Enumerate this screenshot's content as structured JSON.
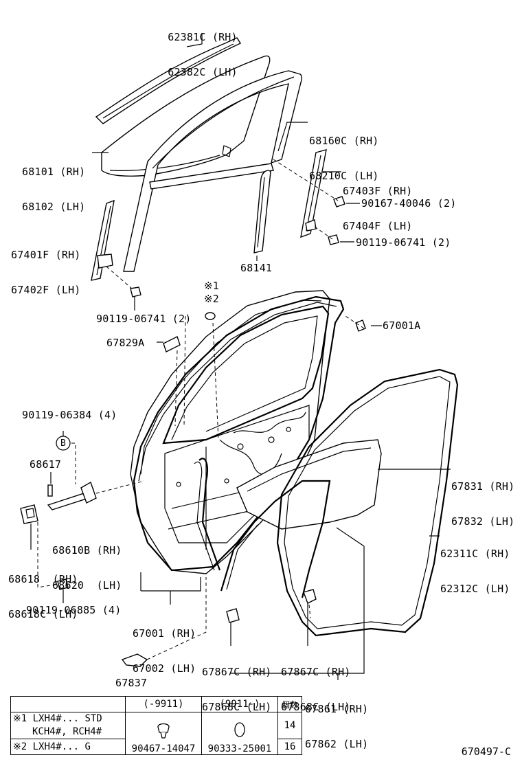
{
  "callouts": {
    "p62381": [
      "62381C (RH)",
      "62382C (LH)"
    ],
    "p68160": [
      "68160C (RH)",
      "68210C (LH)"
    ],
    "p68101": [
      "68101 (RH)",
      "68102 (LH)"
    ],
    "p67403": [
      "67403F (RH)",
      "67404F (LH)"
    ],
    "p90167": "90167-40046 (2)",
    "p67401": [
      "67401F (RH)",
      "67402F (LH)"
    ],
    "p90119a": "90119-06741 (2)",
    "p68141": "68141",
    "p90119b": "90119-06741 (2)",
    "note1": "※1",
    "note2": "※2",
    "p67001a": "67001A",
    "p67829": "67829A",
    "p90119c": "90119-06384 (4)",
    "circleB": "B",
    "p68617": "68617",
    "p67831": [
      "67831 (RH)",
      "67832 (LH)"
    ],
    "p68610": [
      "68610B (RH)",
      "68620  (LH)"
    ],
    "p68618": [
      "68618  (RH)",
      "68618C (LH)"
    ],
    "p62311": [
      "62311C (RH)",
      "62312C (LH)"
    ],
    "p90119d": "90119-06885 (4)",
    "p67001": [
      "67001 (RH)",
      "67002 (LH)"
    ],
    "p67867a": [
      "67867C (RH)",
      "67868C (LH)"
    ],
    "p67867b": [
      "67867C (RH)",
      "67868C (LH)"
    ],
    "p67837": "67837",
    "p67861": [
      "67861 (RH)",
      "67862 (LH)"
    ]
  },
  "table": {
    "col1": "(-9911)",
    "col2": "(9911-)",
    "col3": "個数",
    "row1_line1": "※1 LXH4#... STD",
    "row1_line2": "KCH4#, RCH4#",
    "row2": "※2 LXH4#... G",
    "part1": "90467-14047",
    "part2": "90333-25001",
    "qty1": "14",
    "qty2": "16"
  },
  "ref": "670497-C"
}
